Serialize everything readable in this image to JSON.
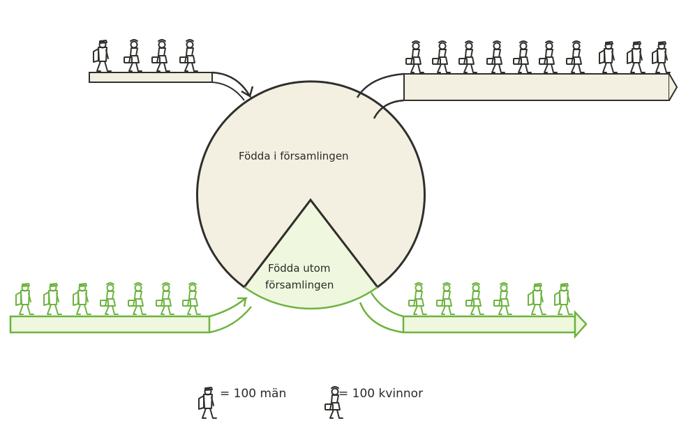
{
  "diagram": {
    "circle_label": "Födda i församlingen",
    "wedge_label_line1": "Födda utom",
    "wedge_label_line2": "församlingen",
    "colors": {
      "native_stroke": "#3a3a36",
      "native_fill": "#f3efe1",
      "migrant_stroke": "#6db33f",
      "migrant_fill": "#eff7df"
    },
    "flows": [
      {
        "name": "native-in",
        "men": 1,
        "women": 3
      },
      {
        "name": "native-out",
        "men": 3,
        "women": 7
      },
      {
        "name": "migrant-in",
        "men": 3,
        "women": 4
      },
      {
        "name": "migrant-out",
        "men": 2,
        "women": 4
      }
    ]
  },
  "legend": {
    "men_label": "= 100 män",
    "women_label": "= 100 kvinnor",
    "men_icon": "walking-man-backpack-icon",
    "women_icon": "walking-woman-suitcase-icon"
  }
}
